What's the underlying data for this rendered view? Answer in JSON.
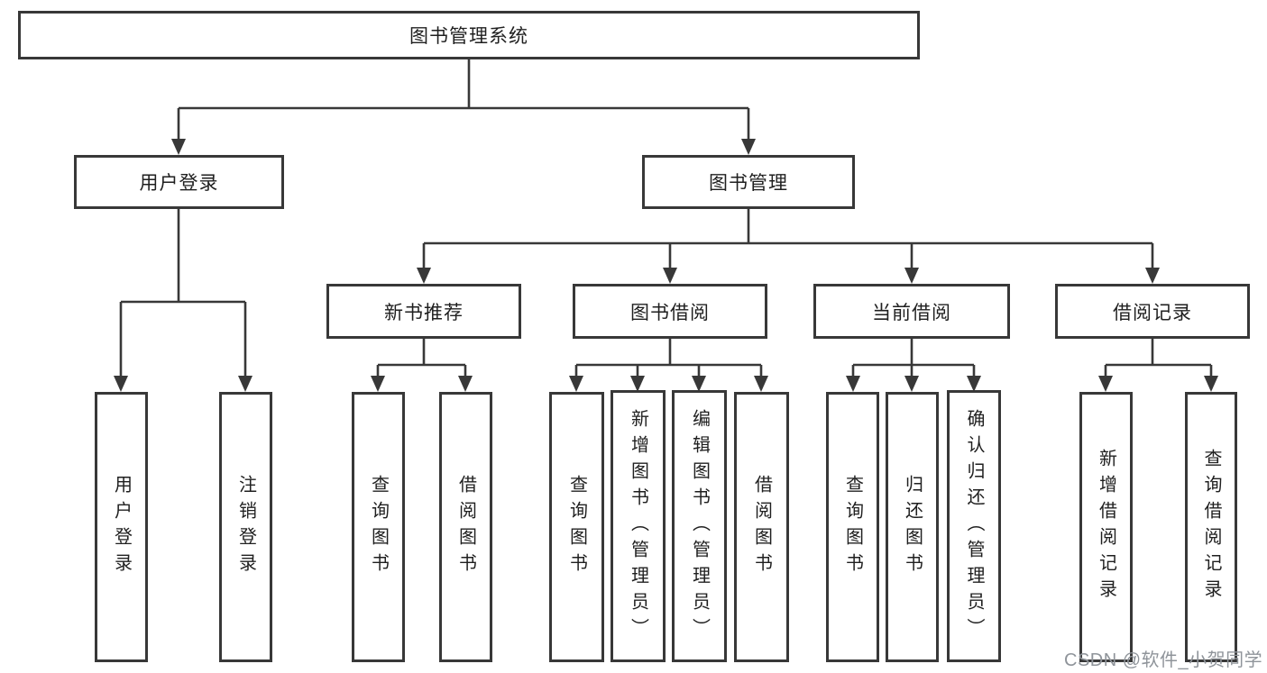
{
  "diagram": {
    "type": "tree",
    "root": {
      "label": "图书管理系统",
      "children": [
        {
          "label": "用户登录",
          "children": [
            {
              "label": "用户登录"
            },
            {
              "label": "注销登录"
            }
          ]
        },
        {
          "label": "图书管理",
          "children": [
            {
              "label": "新书推荐",
              "children": [
                {
                  "label": "查询图书"
                },
                {
                  "label": "借阅图书"
                }
              ]
            },
            {
              "label": "图书借阅",
              "children": [
                {
                  "label": "查询图书"
                },
                {
                  "label": "新增图书（管理员）"
                },
                {
                  "label": "编辑图书（管理员）"
                },
                {
                  "label": "借阅图书"
                }
              ]
            },
            {
              "label": "当前借阅",
              "children": [
                {
                  "label": "查询图书"
                },
                {
                  "label": "归还图书"
                },
                {
                  "label": "确认归还（管理员）"
                }
              ]
            },
            {
              "label": "借阅记录",
              "children": [
                {
                  "label": "新增借阅记录"
                },
                {
                  "label": "查询借阅记录"
                }
              ]
            }
          ]
        }
      ]
    }
  },
  "watermark": {
    "text": "CSDN @软件_小贺同学"
  },
  "colors": {
    "line": "#383838",
    "text": "#1f1f1f",
    "bg": "#ffffff",
    "wm": "#8f949a"
  }
}
